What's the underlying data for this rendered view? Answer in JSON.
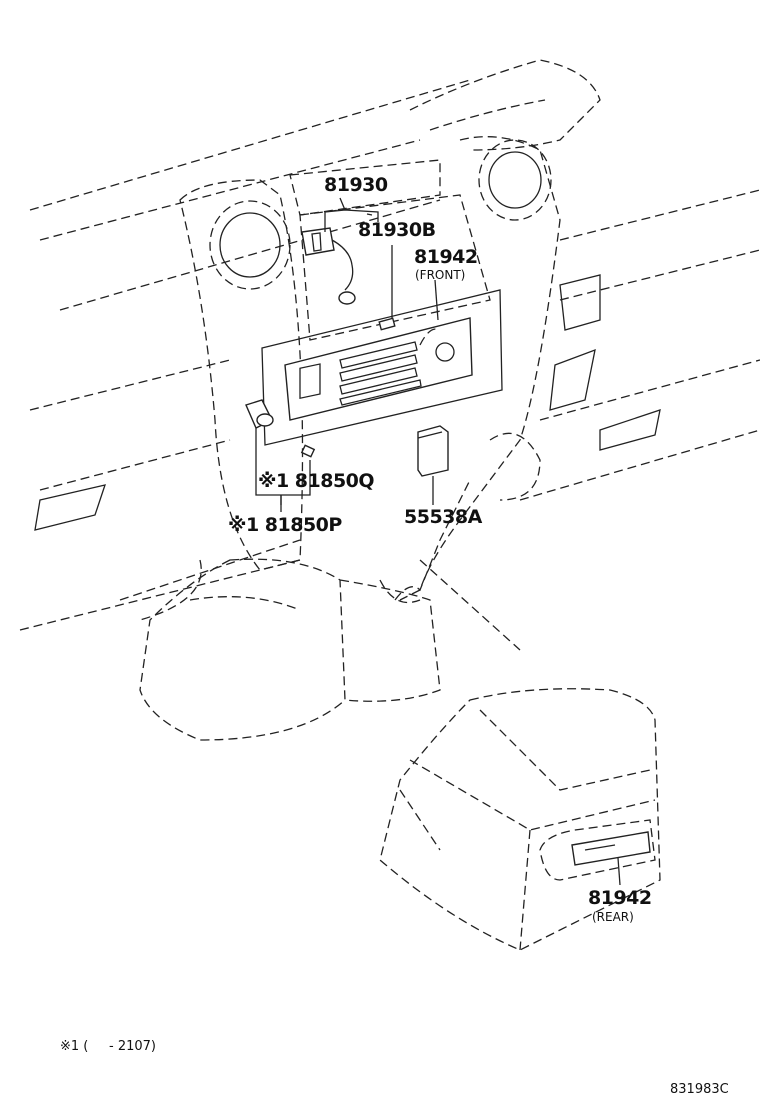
{
  "labels": {
    "p81930": "81930",
    "p81930b": "81930B",
    "p81942_front": "81942",
    "front_note": "(FRONT)",
    "p81850q": "※1 81850Q",
    "p81850p": "※1 81850P",
    "p55538a": "55538A",
    "p81942_rear": "81942",
    "rear_note": "(REAR)"
  },
  "footnote": "※1 (     - 2107)",
  "diagram_code": "831983C"
}
